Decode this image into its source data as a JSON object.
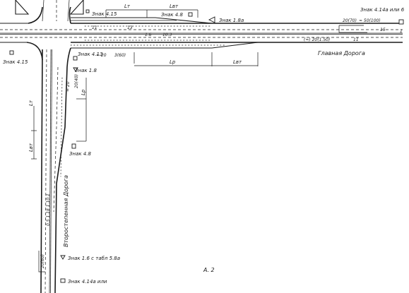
{
  "labels": {
    "sign_4_1_4a_or_6": "Знак 4.14a или 6",
    "sign_4_1_5": "Знак 4.15",
    "sign_4_8_top": "Знак 4.8",
    "sign_1_8a": "Знак 1.8a",
    "sign_4_13": "Знак 4.13",
    "sign_1_8": "Знак 1.8",
    "sign_4_8_left": "Знак 4.15",
    "sign_4_8_lower": "Знак 4.8",
    "sign_1_6_plate": "Знак 1.6 с табл 5.8а",
    "sign_bottom": "Знак 4.14а или",
    "main_road": "Главная Дорога",
    "secondary_road": "Второстепенная Дорога",
    "figure_id": "А. 2",
    "dim_top_a": "Lт",
    "dim_top_b": "Lвт",
    "dim_mid_a": "Lр",
    "dim_mid_b": "Lвт",
    "dim_v_a": "Lт",
    "dim_v_b": "Lвт",
    "dim_v_c": "Lр",
    "speed_top_right": "20(70)",
    "speed_top_right_b": "≈ 50(100)",
    "speed_mid": "(≈) 20(1.50)",
    "speed_short_a": "≈ 20",
    "speed_short_b": "3(60)",
    "speed_vertical": "≈ 20",
    "speed_vertical_b": "20(40)",
    "speed_bottom": "20(60)",
    "lane_num_11": "11",
    "lane_num_13": "13",
    "lane_num_15": "15",
    "lane_num_16": "1.6",
    "lane_num_103": "10.3",
    "lane_num_1": "1",
    "vertical_label": "0.5 1.18 1.10.1"
  }
}
